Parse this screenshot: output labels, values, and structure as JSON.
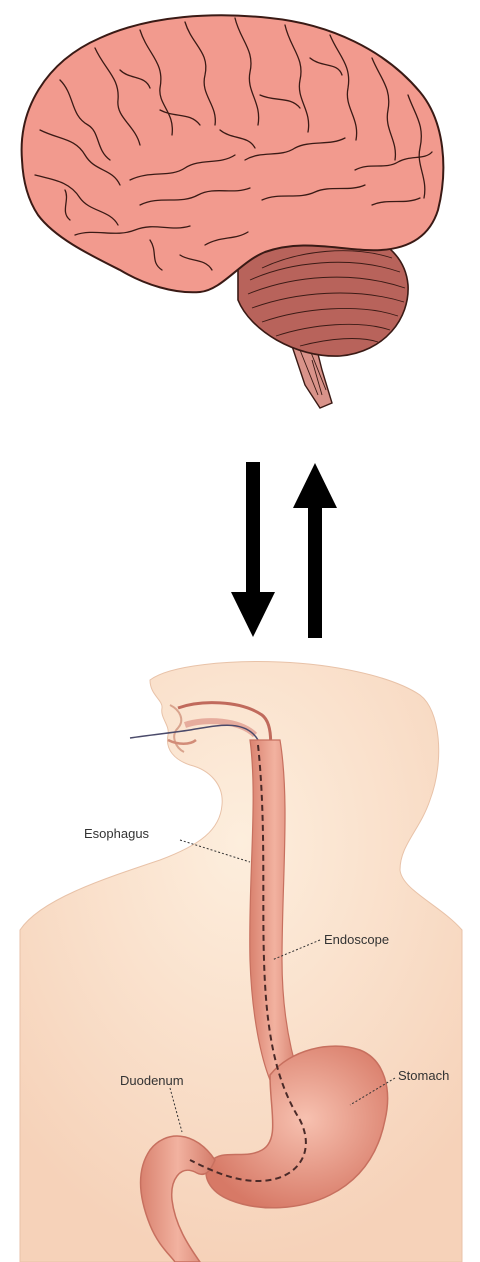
{
  "labels": {
    "esophagus": "Esophagus",
    "endoscope": "Endoscope",
    "duodenum": "Duodenum",
    "stomach": "Stomach"
  },
  "colors": {
    "brain_fill": "#f29a8e",
    "brain_stroke": "#3a1a15",
    "cerebellum_fill": "#b9635c",
    "brainstem_fill": "#d78f86",
    "skin": "#fbe4d2",
    "tract": "#e9a08e",
    "arrow": "#000000"
  },
  "icons": {
    "brain": "brain-illustration",
    "gi_tract": "digestive-tract-illustration",
    "arrows": "bidirectional-arrows"
  }
}
